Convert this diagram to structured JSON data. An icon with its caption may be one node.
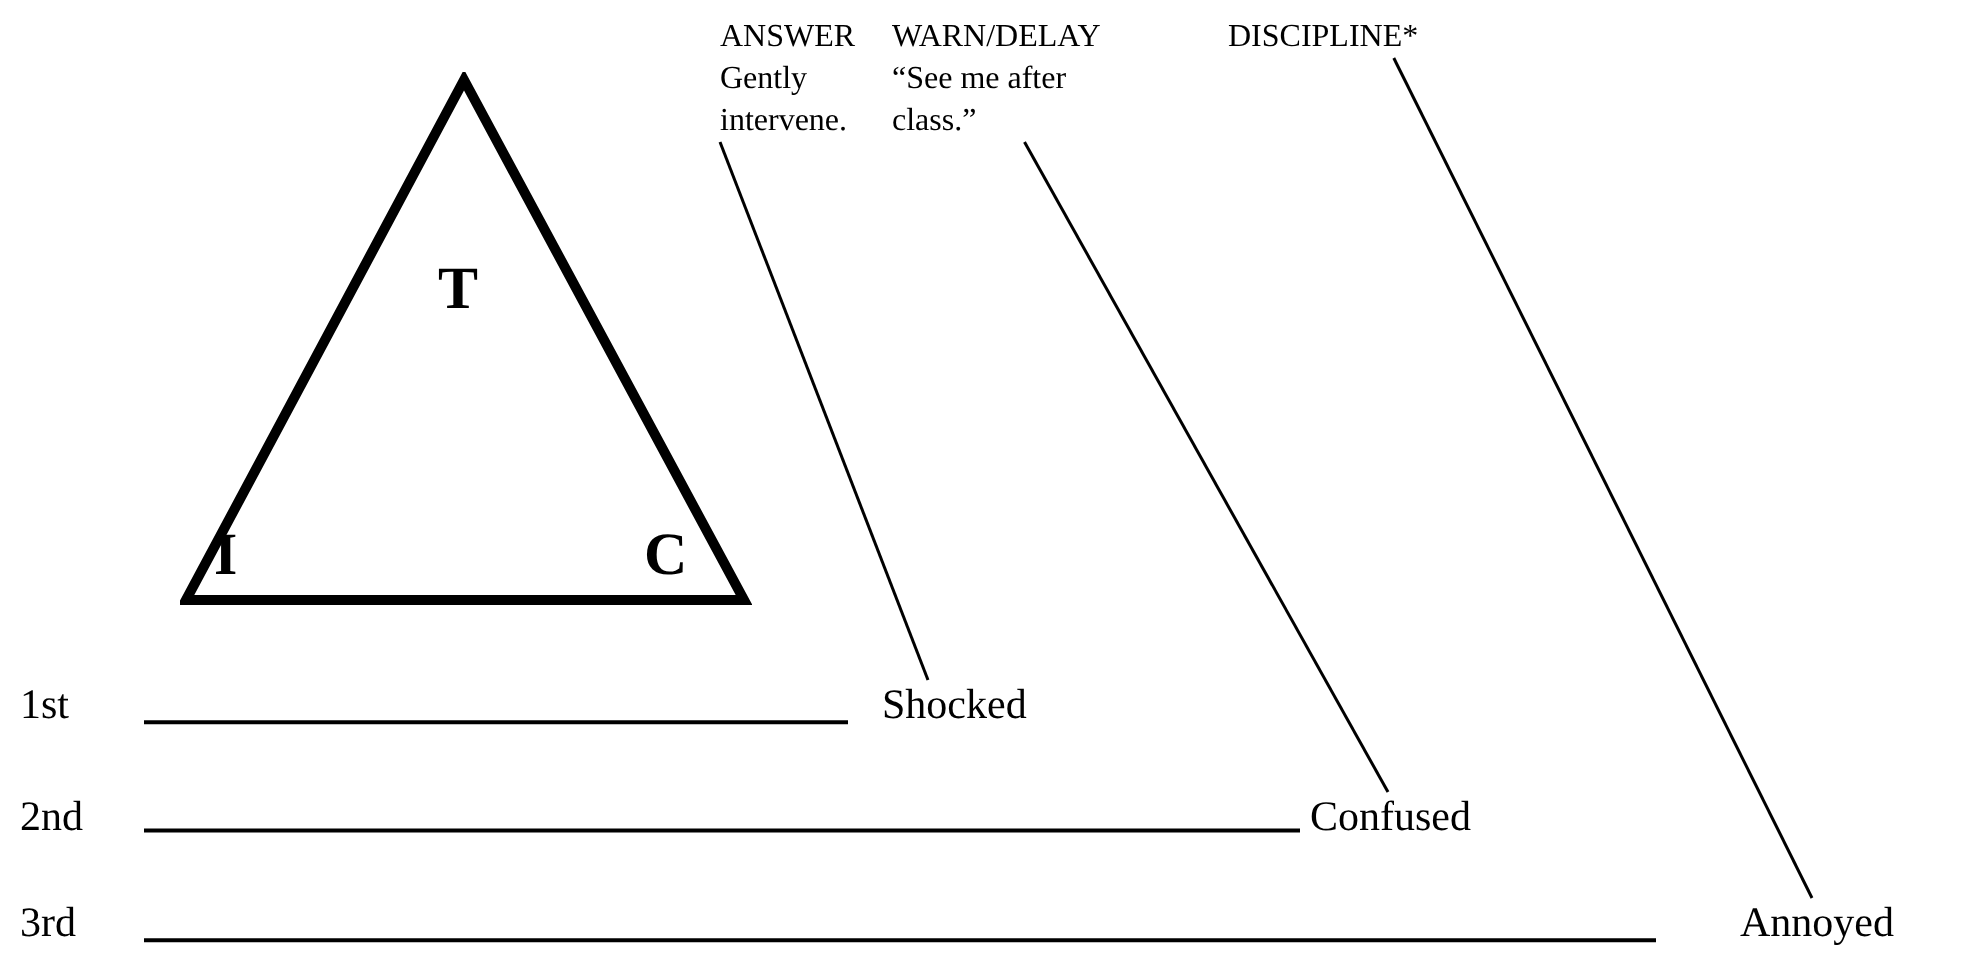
{
  "diagram": {
    "nodes": [
      {
        "text": [
          "T",
          "I",
          "C"
        ]
      },
      {
        "text": [
          "ANSWER",
          "Gently intervene."
        ]
      },
      {
        "text": [
          "WARN/DELAY",
          "“See me after class.”"
        ]
      },
      {
        "text": [
          "DISCIPLINE*"
        ]
      },
      {
        "text": [
          "1st"
        ]
      },
      {
        "text": [
          "Shocked"
        ]
      },
      {
        "text": [
          "2nd"
        ]
      },
      {
        "text": [
          "Confused"
        ]
      },
      {
        "text": [
          "3rd"
        ]
      },
      {
        "text": [
          "Annoyed"
        ]
      }
    ],
    "edges": [
      {
        "from": 1,
        "to": 5,
        "arrow": "none"
      },
      {
        "from": 2,
        "to": 7,
        "arrow": "none"
      },
      {
        "from": 3,
        "to": 9,
        "arrow": "none"
      },
      {
        "from": 4,
        "to": 5,
        "arrow": "none"
      },
      {
        "from": 6,
        "to": 7,
        "arrow": "none"
      },
      {
        "from": 8,
        "to": 9,
        "arrow": "none"
      }
    ]
  }
}
